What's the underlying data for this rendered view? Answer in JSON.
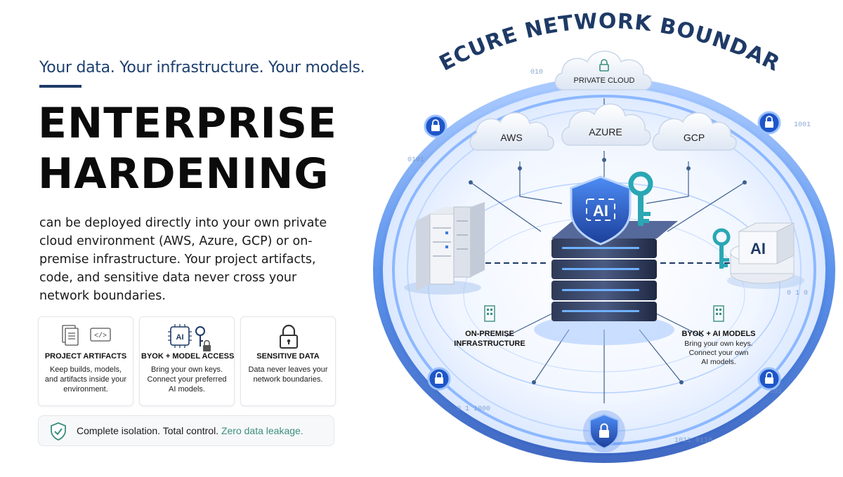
{
  "header": {
    "tagline": "Your data. Your infrastructure. Your models.",
    "title_line1": "ENTERPRISE",
    "title_line2": "HARDENING"
  },
  "description": "can be deployed directly into your own private cloud environment (AWS, Azure, GCP) or on-premise infrastructure. Your project artifacts, code, and sensitive data never cross your network boundaries.",
  "cards": [
    {
      "title": "PROJECT ARTIFACTS",
      "text": "Keep builds, models, and artifacts inside your environment.",
      "icon": "documents-code-icon"
    },
    {
      "title": "BYOK + MODEL ACCESS",
      "text": "Bring your own keys. Connect your preferred AI models.",
      "icon": "ai-chip-key-icon"
    },
    {
      "title": "SENSITIVE DATA",
      "text": "Data never leaves your network boundaries.",
      "icon": "padlock-icon"
    }
  ],
  "banner": {
    "text_main": "Complete isolation. Total control.",
    "text_accent": "Zero data leakage."
  },
  "diagram": {
    "boundary_label": "SECURE NETWORK BOUNDARY",
    "private_cloud": "PRIVATE CLOUD",
    "clouds": [
      "AWS",
      "AZURE",
      "GCP"
    ],
    "center_badge": "AI",
    "right_badge": "AI",
    "onprem_label_line1": "ON-PREMISE",
    "onprem_label_line2": "INFRASTRUCTURE",
    "byok_title": "BYOK + AI MODELS",
    "byok_line1": "Bring your own keys.",
    "byok_line2": "Connect your own",
    "byok_line3": "AI models.",
    "binary_strings": [
      "010",
      "0101",
      "1001",
      "0 1 0",
      "0 1 1000",
      "101",
      "1011 0110"
    ]
  },
  "colors": {
    "navy": "#1e3a66",
    "ring_blue": "#2f6fe0",
    "teal_key": "#2aa7b4",
    "accent_green": "#3c8f7d"
  }
}
